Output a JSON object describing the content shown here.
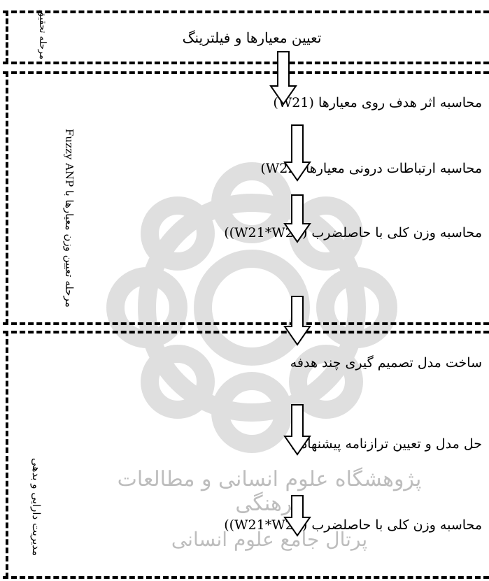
{
  "stages": {
    "research": {
      "label": "مرحله تحقیق"
    },
    "weighting": {
      "label": "مرحله تعیین وزن معیارها با Fuzzy ANP"
    },
    "asset": {
      "label": "مدیریت دارایی و بدهی"
    }
  },
  "title": "تعیین معیارها و فیلترینگ",
  "steps": [
    {
      "label": "محاسبه اثر هدف روی معیارها (W21)"
    },
    {
      "label": "محاسبه ارتباطات درونی معیارها (W22)"
    },
    {
      "label": "محاسبه وزن کلی با حاصلضرب (W21*W21))"
    },
    {
      "label": "ساخت مدل تصمیم گیری چند هدفه"
    },
    {
      "label": "حل مدل و تعیین ترازنامه پیشنهادی"
    },
    {
      "label": "محاسبه وزن کلی با حاصلضرب (W21*W21))"
    }
  ],
  "watermark": {
    "line1": "پژوهشگاه علوم انسانی و مطالعات فرهنگی",
    "line2": "پرتال جامع علوم انسانی"
  }
}
